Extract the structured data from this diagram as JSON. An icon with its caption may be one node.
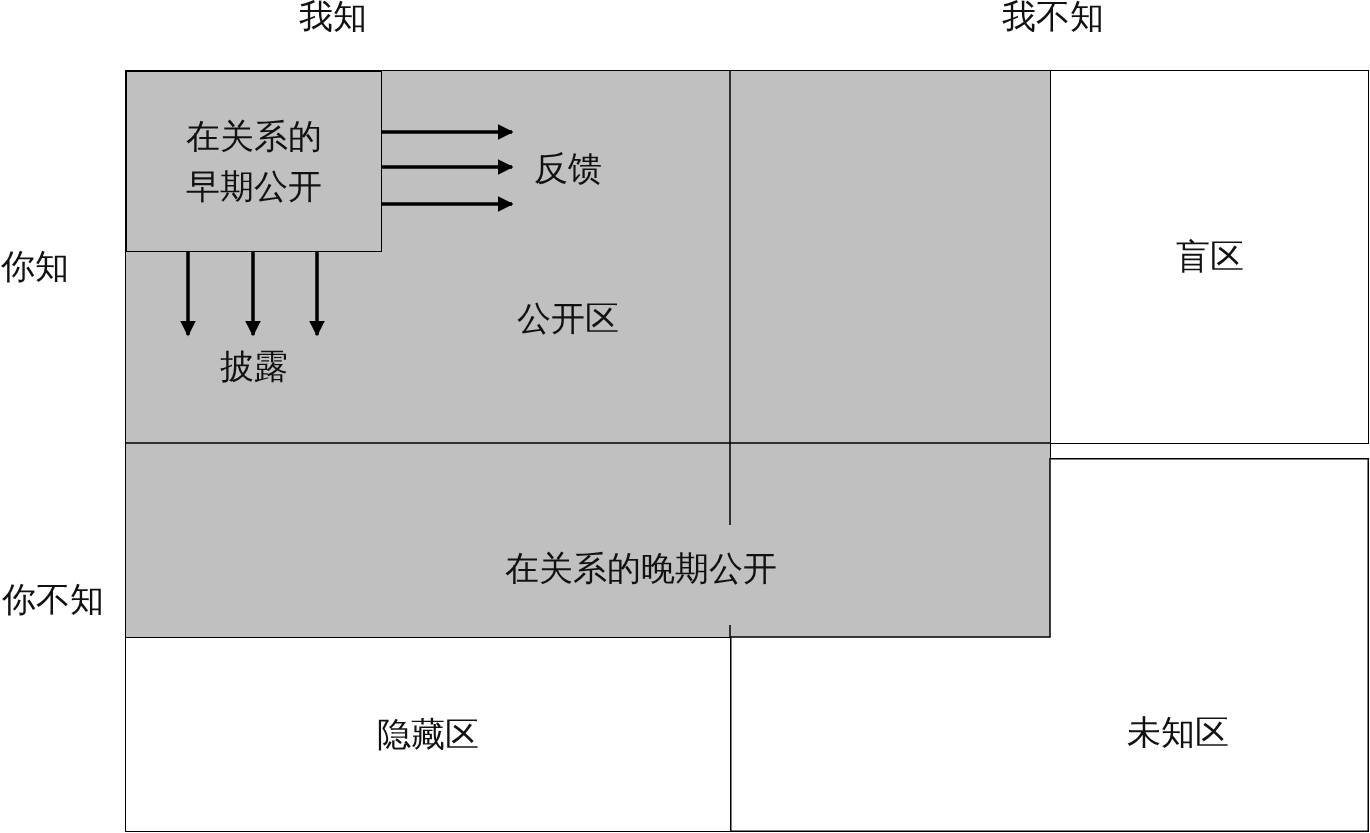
{
  "diagram": {
    "nodes": [
      {
        "text": [
          "公开区",
          "在关系的晚期公开"
        ]
      },
      {
        "text": [
          "在关系的早期公开"
        ],
        "in": 0
      },
      {
        "text": [
          "反馈"
        ],
        "in": 0
      },
      {
        "text": [
          "披露"
        ],
        "in": 0
      },
      {
        "text": [
          "盲区"
        ]
      },
      {
        "text": [
          "隐藏区"
        ]
      },
      {
        "text": [
          "未知区"
        ]
      }
    ],
    "edges": [
      {
        "from": 1,
        "to": 2,
        "arrow": "to"
      },
      {
        "from": 1,
        "to": 2,
        "arrow": "to"
      },
      {
        "from": 1,
        "to": 2,
        "arrow": "to"
      },
      {
        "from": 1,
        "to": 3,
        "arrow": "to"
      },
      {
        "from": 1,
        "to": 3,
        "arrow": "to"
      },
      {
        "from": 1,
        "to": 3,
        "arrow": "to"
      }
    ],
    "labels": [
      "我知",
      "我不知",
      "你知",
      "你不知"
    ]
  }
}
